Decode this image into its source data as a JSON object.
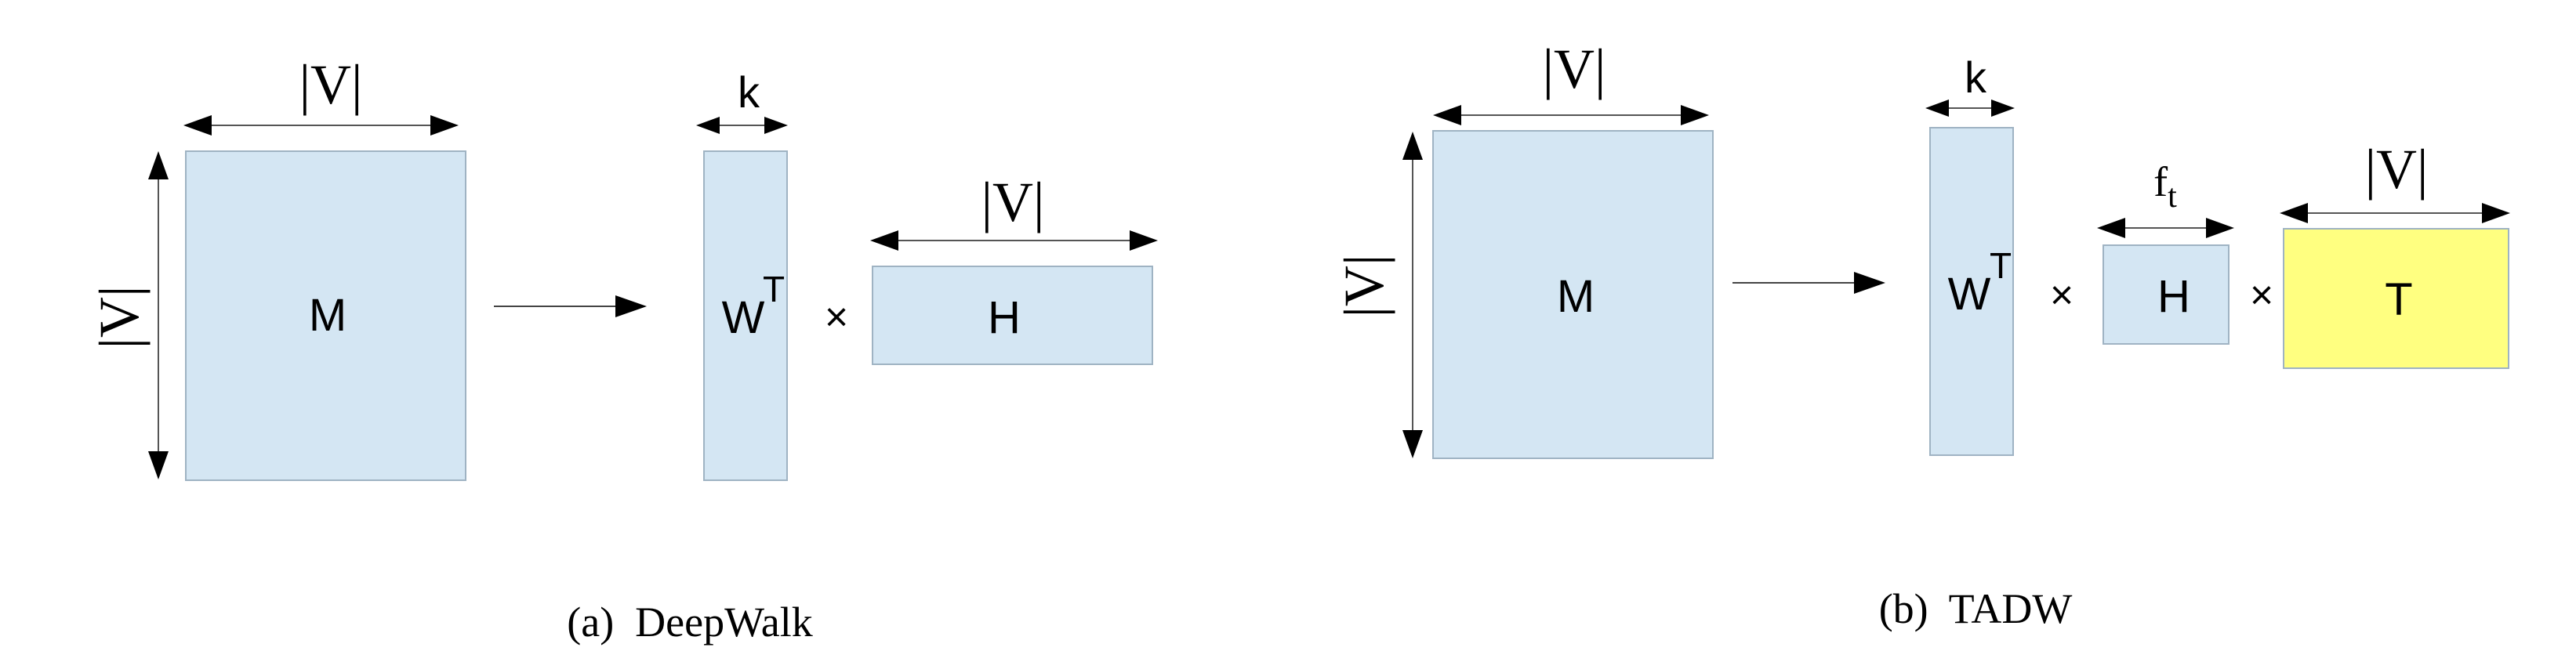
{
  "panel_a": {
    "matrix_m": "M",
    "width_label": "|V|",
    "height_label": "|V|",
    "matrix_w": "W",
    "w_superscript": "T",
    "w_width_label": "k",
    "times_1": "×",
    "matrix_h": "H",
    "h_width_label": "|V|",
    "caption": "(a)  DeepWalk"
  },
  "panel_b": {
    "matrix_m": "M",
    "width_label": "|V|",
    "height_label": "|V|",
    "matrix_w": "W",
    "w_superscript": "T",
    "w_width_label": "k",
    "times_1": "×",
    "matrix_h": "H",
    "h_width_label_base": "f",
    "h_width_label_sub": "t",
    "times_2": "×",
    "matrix_t": "T",
    "t_width_label": "|V|",
    "caption": "(b)  TADW"
  },
  "colors": {
    "matrix_fill": "#d4e6f3",
    "text_matrix_fill": "#ffff80"
  }
}
